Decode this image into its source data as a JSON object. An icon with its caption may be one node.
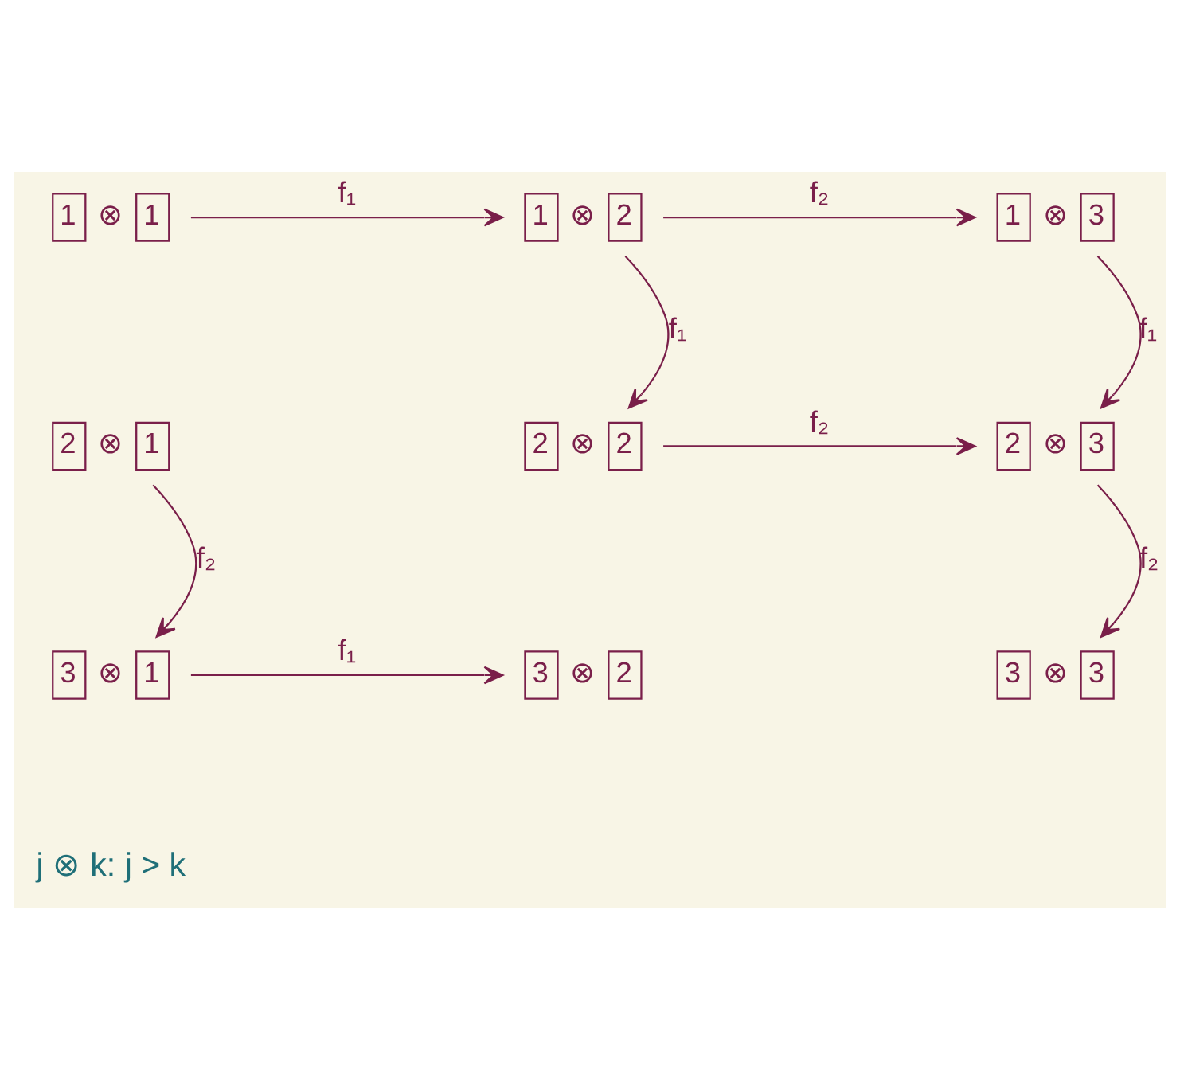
{
  "diagram": {
    "nodes": [
      {
        "text": [
          "1 ⊗ 1"
        ]
      },
      {
        "text": [
          "1 ⊗ 2"
        ]
      },
      {
        "text": [
          "1 ⊗ 3"
        ]
      },
      {
        "text": [
          "2 ⊗ 1"
        ]
      },
      {
        "text": [
          "2 ⊗ 2"
        ]
      },
      {
        "text": [
          "2 ⊗ 3"
        ]
      },
      {
        "text": [
          "3 ⊗ 1"
        ]
      },
      {
        "text": [
          "3 ⊗ 2"
        ]
      },
      {
        "text": [
          "3 ⊗ 3"
        ]
      }
    ],
    "edges": [
      {
        "from": 0,
        "to": 1,
        "arrow": "to",
        "label": "f₁"
      },
      {
        "from": 1,
        "to": 2,
        "arrow": "to",
        "label": "f₂"
      },
      {
        "from": 1,
        "to": 4,
        "arrow": "to",
        "label": "f₁"
      },
      {
        "from": 2,
        "to": 5,
        "arrow": "to",
        "label": "f₁"
      },
      {
        "from": 4,
        "to": 5,
        "arrow": "to",
        "label": "f₂"
      },
      {
        "from": 3,
        "to": 6,
        "arrow": "to",
        "label": "f₂"
      },
      {
        "from": 5,
        "to": 8,
        "arrow": "to",
        "label": "f₂"
      },
      {
        "from": 6,
        "to": 7,
        "arrow": "to",
        "label": "f₁"
      }
    ],
    "labels": [
      "j ⊗ k: j > k"
    ]
  }
}
